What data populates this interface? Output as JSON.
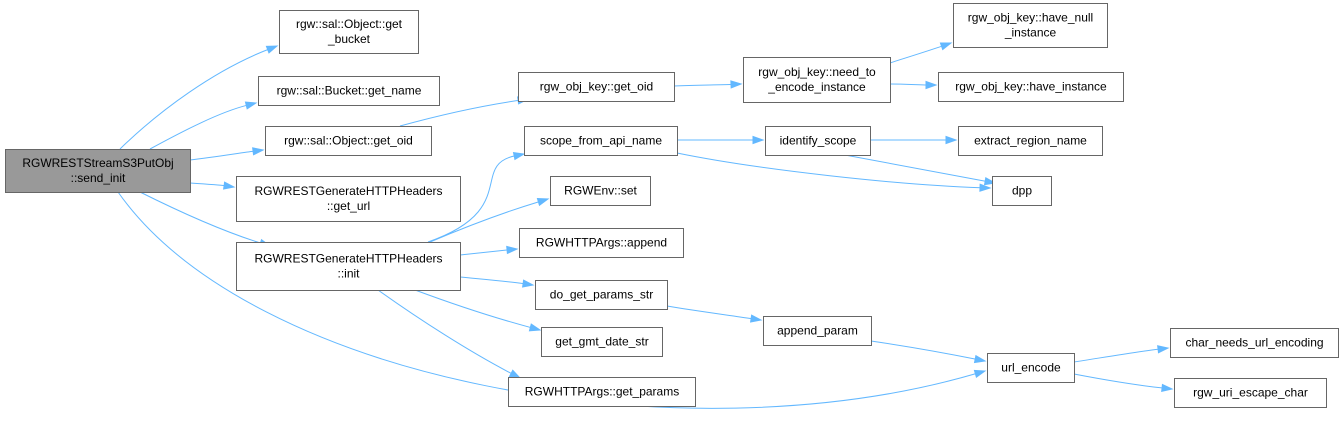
{
  "diagram": {
    "edge_color": "#63b8ff",
    "root_fill": "#999999",
    "node_fill": "#ffffff",
    "node_stroke": "#666666",
    "nodes": [
      {
        "id": "root",
        "lines": [
          "RGWRESTStreamS3PutObj",
          "::send_init"
        ],
        "root": true
      },
      {
        "id": "obj_get_bucket",
        "lines": [
          "rgw::sal::Object::get",
          "_bucket"
        ]
      },
      {
        "id": "bucket_get_name",
        "lines": [
          "rgw::sal::Bucket::get_name"
        ]
      },
      {
        "id": "obj_get_oid",
        "lines": [
          "rgw::sal::Object::get_oid"
        ]
      },
      {
        "id": "gen_get_url",
        "lines": [
          "RGWRESTGenerateHTTPHeaders",
          "::get_url"
        ]
      },
      {
        "id": "gen_init",
        "lines": [
          "RGWRESTGenerateHTTPHeaders",
          "::init"
        ]
      },
      {
        "id": "key_get_oid",
        "lines": [
          "rgw_obj_key::get_oid"
        ]
      },
      {
        "id": "scope_from_api_name",
        "lines": [
          "scope_from_api_name"
        ]
      },
      {
        "id": "env_set",
        "lines": [
          "RGWEnv::set"
        ]
      },
      {
        "id": "args_append",
        "lines": [
          "RGWHTTPArgs::append"
        ]
      },
      {
        "id": "do_get_params_str",
        "lines": [
          "do_get_params_str"
        ]
      },
      {
        "id": "get_gmt_date_str",
        "lines": [
          "get_gmt_date_str"
        ]
      },
      {
        "id": "args_get_params",
        "lines": [
          "RGWHTTPArgs::get_params"
        ]
      },
      {
        "id": "need_to_encode",
        "lines": [
          "rgw_obj_key::need_to",
          "_encode_instance"
        ]
      },
      {
        "id": "identify_scope",
        "lines": [
          "identify_scope"
        ]
      },
      {
        "id": "append_param",
        "lines": [
          "append_param"
        ]
      },
      {
        "id": "have_null_instance",
        "lines": [
          "rgw_obj_key::have_null",
          "_instance"
        ]
      },
      {
        "id": "have_instance",
        "lines": [
          "rgw_obj_key::have_instance"
        ]
      },
      {
        "id": "extract_region_name",
        "lines": [
          "extract_region_name"
        ]
      },
      {
        "id": "dpp",
        "lines": [
          "dpp"
        ]
      },
      {
        "id": "url_encode",
        "lines": [
          "url_encode"
        ]
      },
      {
        "id": "char_needs_url_encoding",
        "lines": [
          "char_needs_url_encoding"
        ]
      },
      {
        "id": "rgw_uri_escape_char",
        "lines": [
          "rgw_uri_escape_char"
        ]
      }
    ],
    "edges": [
      {
        "from": "root",
        "to": "obj_get_bucket"
      },
      {
        "from": "root",
        "to": "bucket_get_name"
      },
      {
        "from": "root",
        "to": "obj_get_oid"
      },
      {
        "from": "root",
        "to": "gen_get_url"
      },
      {
        "from": "root",
        "to": "gen_init"
      },
      {
        "from": "root",
        "to": "url_encode"
      },
      {
        "from": "obj_get_oid",
        "to": "key_get_oid"
      },
      {
        "from": "key_get_oid",
        "to": "need_to_encode"
      },
      {
        "from": "need_to_encode",
        "to": "have_null_instance"
      },
      {
        "from": "need_to_encode",
        "to": "have_instance"
      },
      {
        "from": "gen_init",
        "to": "scope_from_api_name"
      },
      {
        "from": "gen_init",
        "to": "env_set"
      },
      {
        "from": "gen_init",
        "to": "args_append"
      },
      {
        "from": "gen_init",
        "to": "do_get_params_str"
      },
      {
        "from": "gen_init",
        "to": "get_gmt_date_str"
      },
      {
        "from": "gen_init",
        "to": "args_get_params"
      },
      {
        "from": "scope_from_api_name",
        "to": "identify_scope"
      },
      {
        "from": "scope_from_api_name",
        "to": "dpp"
      },
      {
        "from": "identify_scope",
        "to": "extract_region_name"
      },
      {
        "from": "identify_scope",
        "to": "dpp"
      },
      {
        "from": "do_get_params_str",
        "to": "append_param"
      },
      {
        "from": "append_param",
        "to": "url_encode"
      },
      {
        "from": "url_encode",
        "to": "char_needs_url_encoding"
      },
      {
        "from": "url_encode",
        "to": "rgw_uri_escape_char"
      }
    ]
  }
}
